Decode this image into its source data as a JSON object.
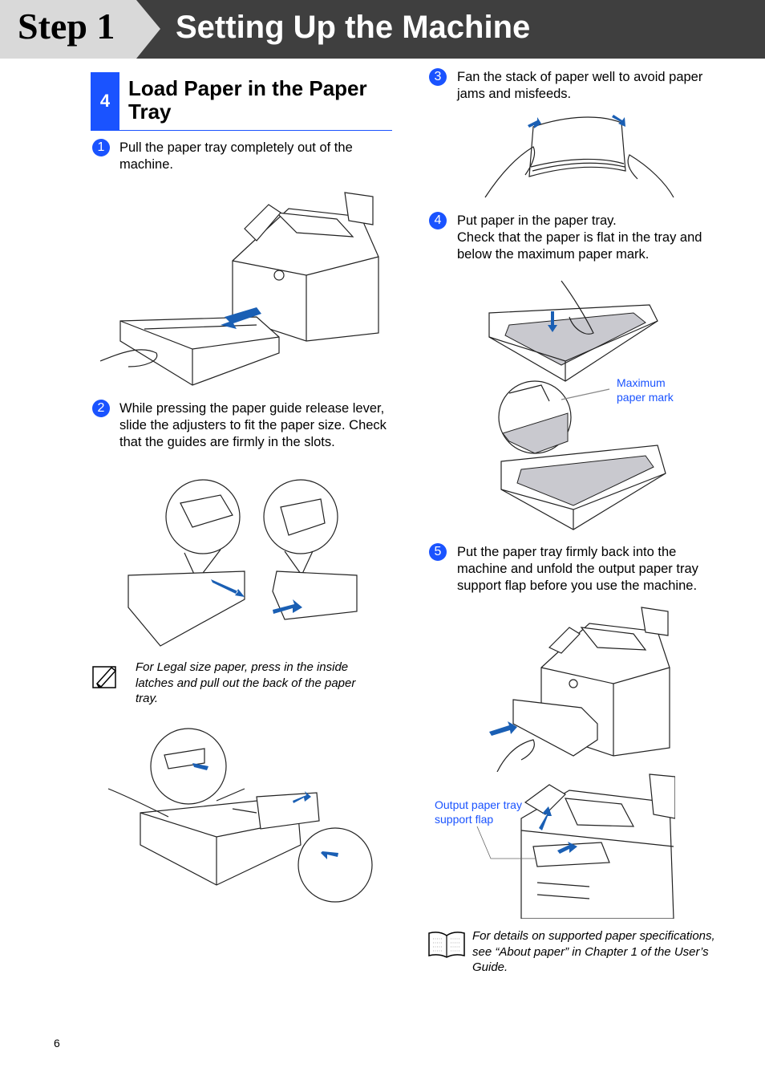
{
  "header": {
    "step_label": "Step 1",
    "title": "Setting Up the Machine"
  },
  "section": {
    "number": "4",
    "title": "Load Paper in the Paper Tray"
  },
  "steps": [
    {
      "num": "1",
      "text": "Pull the paper tray completely out of the machine."
    },
    {
      "num": "2",
      "text": "While pressing the paper guide release lever, slide the adjusters to fit the paper size. Check that the guides are firmly in the slots."
    },
    {
      "num": "3",
      "text": "Fan the stack of paper well to avoid paper jams and misfeeds."
    },
    {
      "num": "4",
      "line1": "Put paper in the paper tray.",
      "line2": "Check that the paper is flat in the tray and below the maximum paper mark."
    },
    {
      "num": "5",
      "text": "Put the paper tray firmly back into the machine and unfold the output paper tray support flap before you use the machine."
    }
  ],
  "notes": {
    "legal": "For Legal size paper, press in the inside latches and pull out the back of the paper tray.",
    "details": "For details on supported paper specifications, see “About paper” in Chapter 1 of the User’s Guide."
  },
  "callouts": {
    "max_mark_line1": "Maximum",
    "max_mark_line2": "paper mark",
    "flap_line1": "Output paper tray",
    "flap_line2": "support flap"
  },
  "icons": {
    "note": "pencil-note-icon",
    "book": "open-book-icon"
  },
  "colors": {
    "accent": "#1a53ff",
    "banner": "#3f3f3f",
    "arrow": "#1a5fb4"
  },
  "page_number": "6"
}
